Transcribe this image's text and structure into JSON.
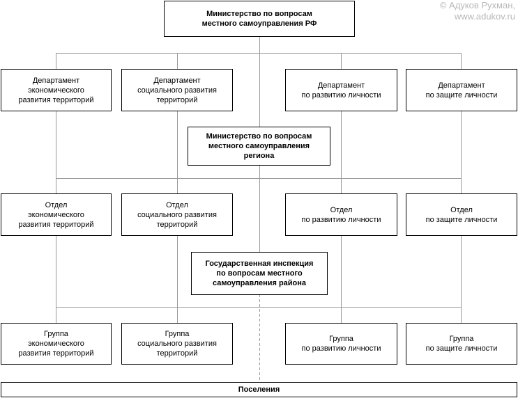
{
  "watermark": {
    "line1": "© Адуков Рухман,",
    "line2": "www.adukov.ru"
  },
  "federal": {
    "ministry": {
      "line1": "Министерство по вопросам",
      "line2": "местного самоуправления РФ"
    },
    "dept_economic": {
      "line1": "Департамент",
      "line2": "экономического",
      "line3": "развития территорий"
    },
    "dept_social": {
      "line1": "Департамент",
      "line2": "социального развития",
      "line3": "территорий"
    },
    "dept_personal": {
      "line1": "Департамент",
      "line2": "по развитию личности"
    },
    "dept_protection": {
      "line1": "Департамент",
      "line2": "по защите личности"
    }
  },
  "regional": {
    "ministry": {
      "line1": "Министерство по вопросам",
      "line2": "местного самоуправления",
      "line3": "региона"
    },
    "div_economic": {
      "line1": "Отдел",
      "line2": "экономического",
      "line3": "развития территорий"
    },
    "div_social": {
      "line1": "Отдел",
      "line2": "социального развития",
      "line3": "территорий"
    },
    "div_personal": {
      "line1": "Отдел",
      "line2": "по развитию личности"
    },
    "div_protection": {
      "line1": "Отдел",
      "line2": "по защите личности"
    }
  },
  "district": {
    "inspection": {
      "line1": "Государственная инспекция",
      "line2": "по вопросам местного",
      "line3": "самоуправления района"
    },
    "grp_economic": {
      "line1": "Группа",
      "line2": "экономического",
      "line3": "развития территорий"
    },
    "grp_social": {
      "line1": "Группа",
      "line2": "социального развития",
      "line3": "территорий"
    },
    "grp_personal": {
      "line1": "Группа",
      "line2": "по развитию личности"
    },
    "grp_protection": {
      "line1": "Группа",
      "line2": "по защите личности"
    }
  },
  "settlements": {
    "label": "Поселения"
  },
  "colors": {
    "line": "#999999",
    "border": "#000000",
    "watermark": "#b8b8b8"
  }
}
